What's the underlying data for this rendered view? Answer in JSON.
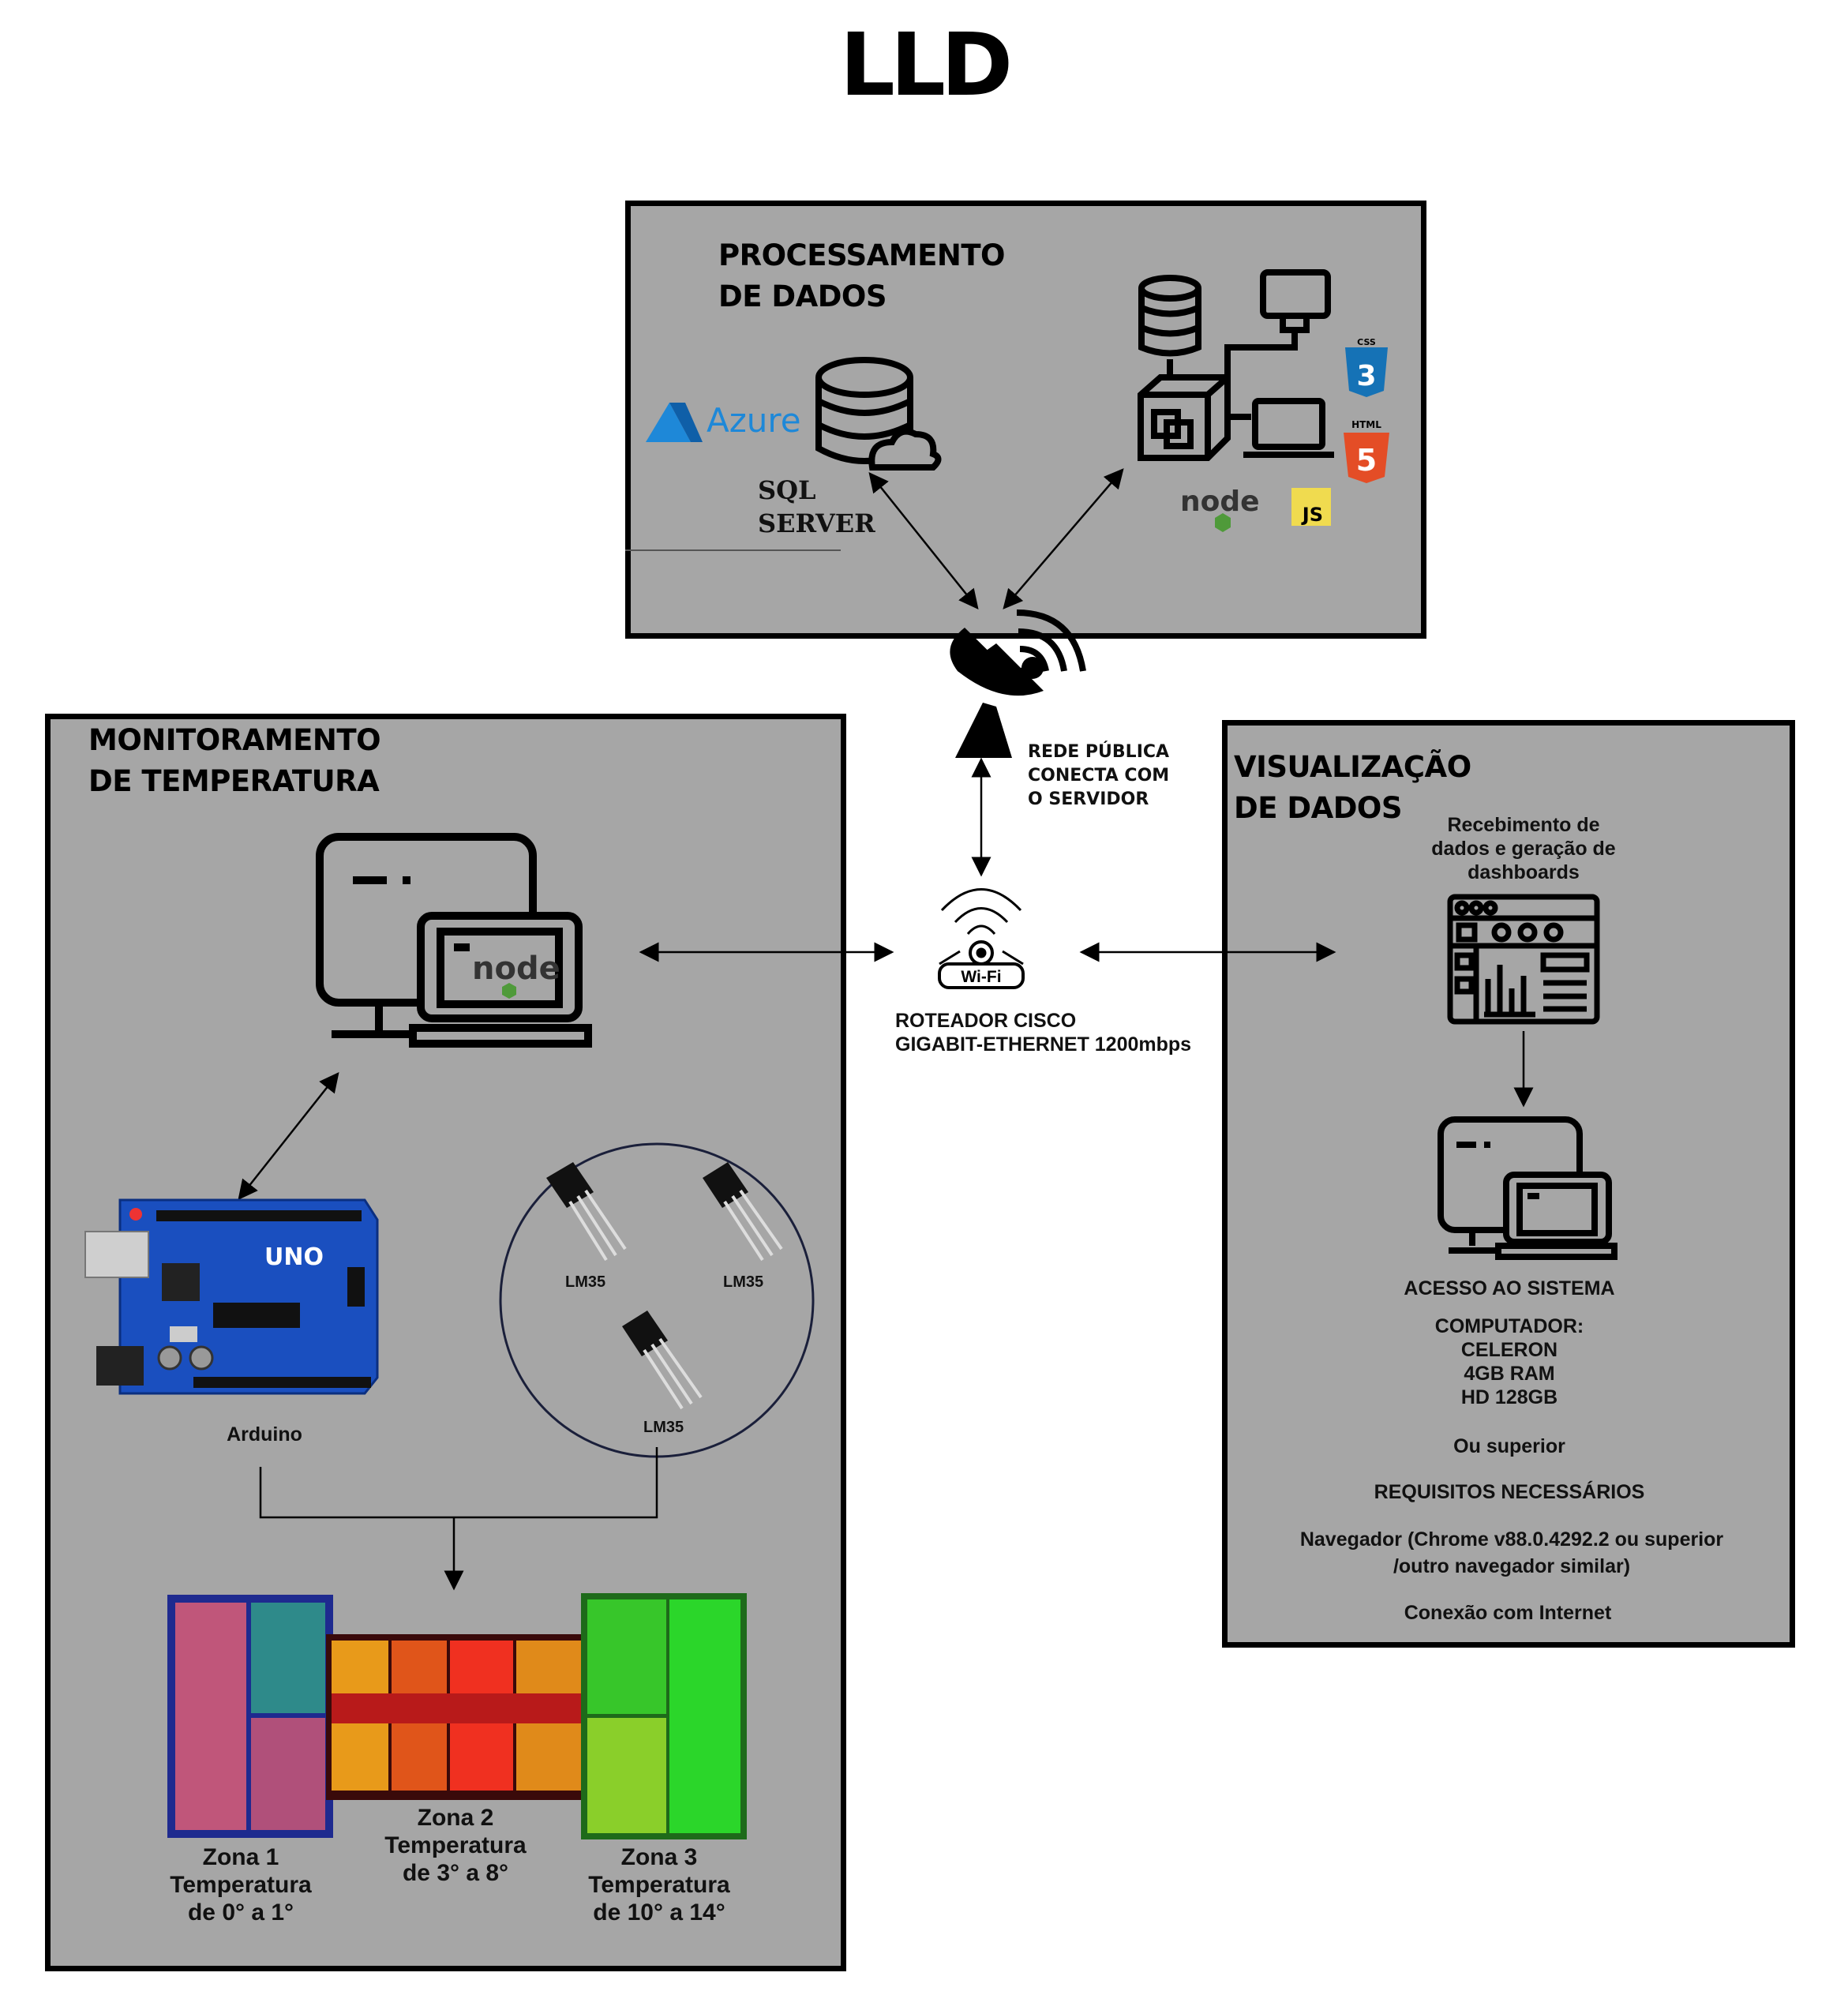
{
  "title": "LLD",
  "processing": {
    "title_line1": "PROCESSAMENTO",
    "title_line2": "DE DADOS",
    "azure_label": "Azure",
    "sql_line1": "SQL",
    "sql_line2": "SERVER",
    "node_label": "node",
    "js_label": "JS",
    "css_label": "CSS",
    "html_label": "HTML"
  },
  "network": {
    "satellite_line1": "REDE PÚBLICA",
    "satellite_line2": "CONECTA COM",
    "satellite_line3": "O SERVIDOR",
    "wifi_label": "Wi-Fi",
    "router_line1": "ROTEADOR CISCO",
    "router_line2": "GIGABIT-ETHERNET 1200mbps"
  },
  "monitoring": {
    "title_line1": "MONITORAMENTO",
    "title_line2": "DE TEMPERATURA",
    "node_label": "node",
    "arduino_label": "Arduino",
    "uno_label": "UNO",
    "sensors": [
      "LM35",
      "LM35",
      "LM35"
    ],
    "zones": [
      {
        "name": "Zona 1",
        "line2": "Temperatura",
        "line3": "de 0° a 1°"
      },
      {
        "name": "Zona 2",
        "line2": "Temperatura",
        "line3": "de 3° a 8°"
      },
      {
        "name": "Zona 3",
        "line2": "Temperatura",
        "line3": "de 10° a 14°"
      }
    ]
  },
  "visualization": {
    "title_line1": "VISUALIZAÇÃO",
    "title_line2": "DE DADOS",
    "dash_line1": "Recebimento de",
    "dash_line2": "dados e geração de",
    "dash_line3": "dashboards",
    "access": "ACESSO AO SISTEMA",
    "computer_line1": "COMPUTADOR:",
    "computer_line2": "CELERON",
    "computer_line3": "4GB RAM",
    "computer_line4": "HD 128GB",
    "or_better": "Ou superior",
    "requirements": "REQUISITOS NECESSÁRIOS",
    "browser_line1": "Navegador (Chrome v88.0.4292.2 ou superior",
    "browser_line2": "/outro navegador similar)",
    "internet": "Conexão com Internet"
  },
  "colors": {
    "panel_bg": "#a6a6a6",
    "azure_blue": "#1e88d8",
    "node_green": "#4f9a3a",
    "js_yellow": "#f0db4f",
    "html_orange": "#e44d26",
    "css_blue": "#1572b6",
    "arduino_blue": "#1a4fbf",
    "zone1": "#c0567a",
    "zone2": "#e03a1a",
    "zone3": "#37c62a"
  }
}
